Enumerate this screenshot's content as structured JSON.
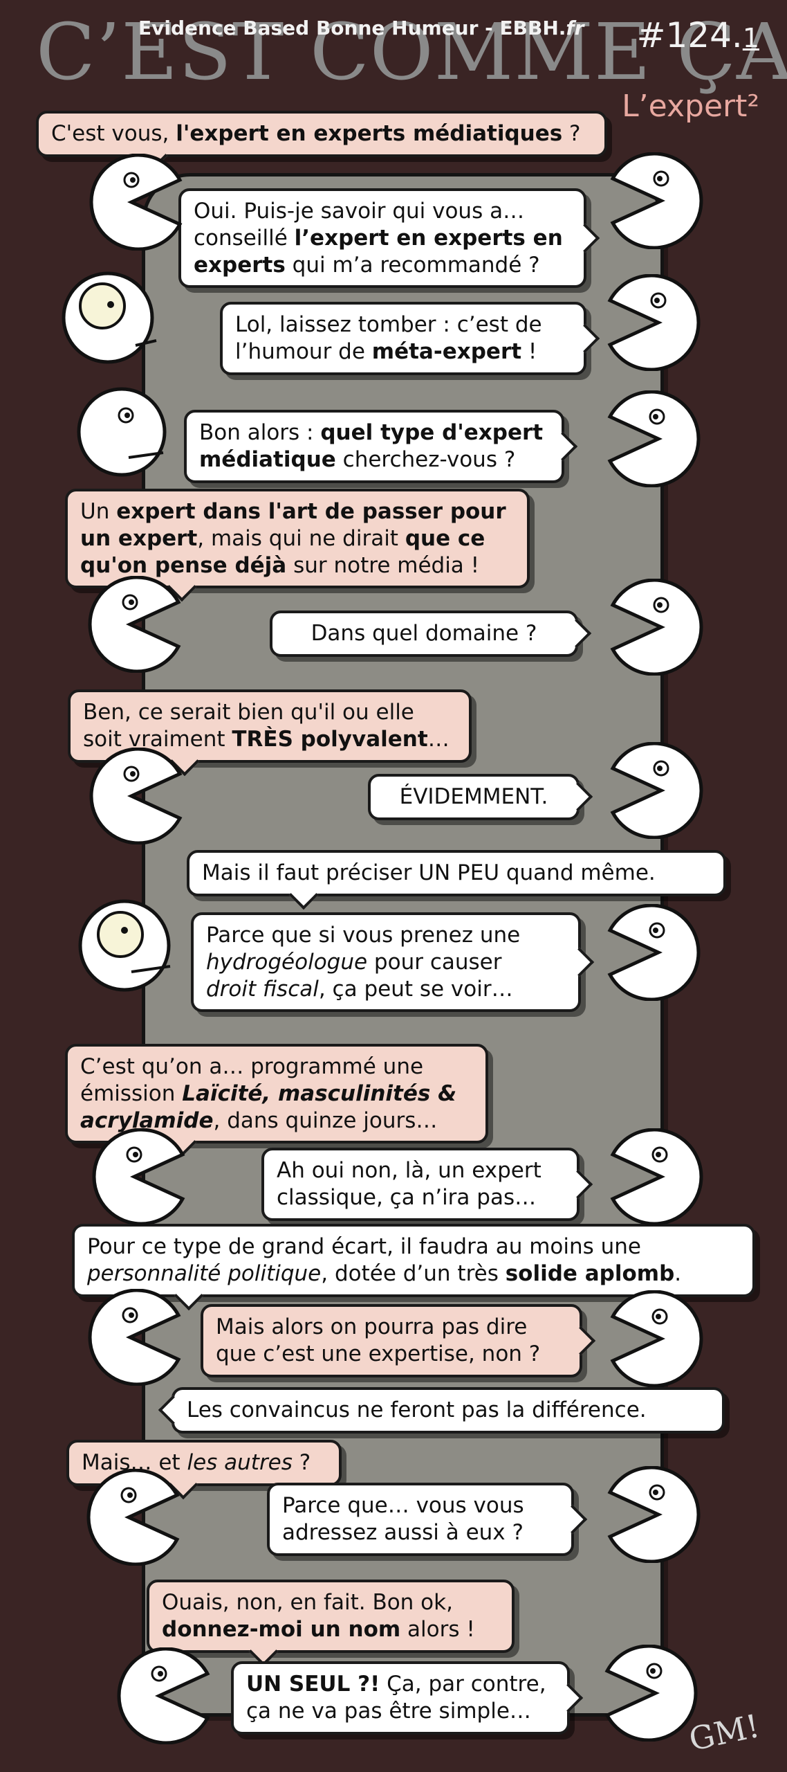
{
  "header": {
    "title": "C’EST COMME ÇA",
    "subtitle_prefix": "Evidence Based Bonne Humeur - EBBH.",
    "subtitle_suffix": "fr",
    "episode": "#124.",
    "episode_sub": "1",
    "tag": "L’expert²"
  },
  "signature": "GM!",
  "colors": {
    "background": "#3a2424",
    "panel": "#8d8c85",
    "bubble_white": "#ffffff",
    "bubble_pink": "#f4d6cc",
    "title": "#8a8a8a",
    "tag": "#e8a8a0"
  },
  "dialogue": [
    {
      "id": 1,
      "lines": [
        "C'est vous, **l'expert en experts médiatiques** ?"
      ]
    },
    {
      "id": 2,
      "lines": [
        "Oui. Puis-je savoir qui vous a…",
        "conseillé **l’expert en experts en**",
        "**experts** qui m’a recommandé ?"
      ]
    },
    {
      "id": 3,
      "lines": [
        "Lol, laissez tomber : c’est de",
        "l’humour de **méta-expert** !"
      ]
    },
    {
      "id": 4,
      "lines": [
        "Bon alors : **quel type d'expert**",
        "**médiatique** cherchez-vous ?"
      ]
    },
    {
      "id": 5,
      "lines": [
        "Un **expert dans l'art de passer pour**",
        "**un expert**, mais qui ne dirait **que ce**",
        "**qu'on pense déjà** sur notre média !"
      ]
    },
    {
      "id": 6,
      "lines": [
        "Dans quel domaine ?"
      ]
    },
    {
      "id": 7,
      "lines": [
        "Ben, ce serait bien qu'il ou elle",
        "soit vraiment **TRÈS polyvalent**…"
      ]
    },
    {
      "id": 8,
      "lines": [
        "ÉVIDEMMENT."
      ]
    },
    {
      "id": 9,
      "lines": [
        "Mais il faut préciser UN PEU quand même."
      ]
    },
    {
      "id": 10,
      "lines": [
        "Parce que si vous prenez une",
        "_hydrogéologue_ pour causer",
        "_droit fiscal_, ça peut se voir…"
      ]
    },
    {
      "id": 11,
      "lines": [
        "C’est qu’on a… programmé une",
        "émission **_Laïcité, masculinités &_**",
        "**_acrylamide_**, dans quinze jours…"
      ]
    },
    {
      "id": 12,
      "lines": [
        "Ah oui non, là, un expert",
        "classique, ça n’ira pas…"
      ]
    },
    {
      "id": 13,
      "lines": [
        "Pour ce type de grand écart, il faudra au moins une",
        "_personnalité politique_, dotée d’un très **solide aplomb**."
      ]
    },
    {
      "id": 14,
      "lines": [
        "Mais alors on pourra pas dire",
        "que c’est une expertise, non ?"
      ]
    },
    {
      "id": 15,
      "lines": [
        "Les convaincus ne feront pas la différence."
      ]
    },
    {
      "id": 16,
      "lines": [
        "Mais… et _les autres_ ?"
      ]
    },
    {
      "id": 17,
      "lines": [
        "Parce que… vous vous",
        "adressez aussi à eux ?"
      ]
    },
    {
      "id": 18,
      "lines": [
        "Ouais, non, en fait. Bon ok,",
        "**donnez-moi un nom** alors !"
      ]
    },
    {
      "id": 19,
      "lines": [
        "**UN SEUL ?!** Ça, par contre,",
        "ça ne va pas être simple…"
      ]
    }
  ]
}
